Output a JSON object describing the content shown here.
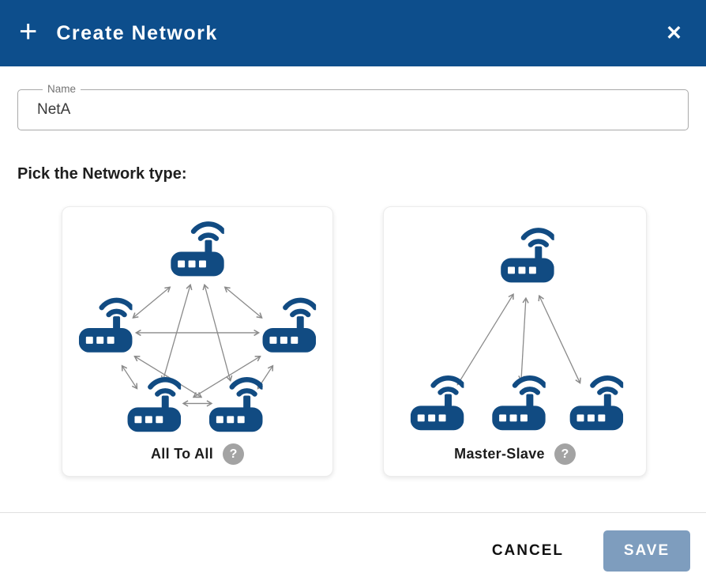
{
  "header": {
    "title": "Create Network",
    "plus_icon": "+",
    "close_icon": "✕"
  },
  "form": {
    "name_field": {
      "label": "Name",
      "value": "NetA"
    },
    "section_title": "Pick the Network type:"
  },
  "cards": [
    {
      "id": "all-to-all",
      "label": "All To All",
      "help_icon": "?",
      "topology": "full-mesh",
      "router_count": 5
    },
    {
      "id": "master-slave",
      "label": "Master-Slave",
      "help_icon": "?",
      "topology": "star",
      "router_count": 4
    }
  ],
  "footer": {
    "cancel_label": "CANCEL",
    "save_label": "SAVE"
  },
  "colors": {
    "header_bg": "#0d4e8c",
    "router_navy": "#114b82",
    "arrow_gray": "#8a8a8a",
    "help_icon_bg": "#a3a3a3",
    "save_button_bg": "#7e9dbe"
  }
}
